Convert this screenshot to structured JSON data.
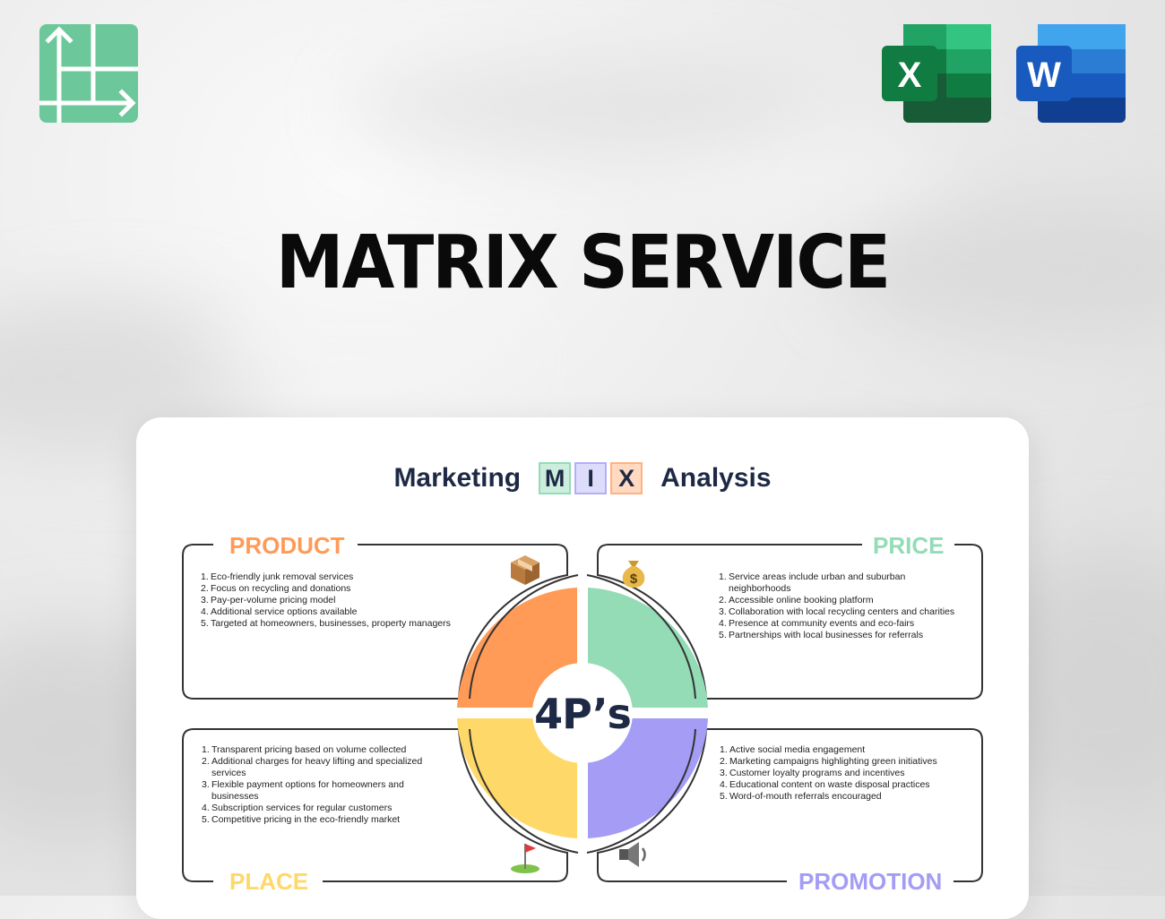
{
  "headline": "MATRIX SERVICE",
  "app_icons": {
    "excel_letter": "X",
    "word_letter": "W"
  },
  "card": {
    "title_left": "Marketing",
    "title_right": "Analysis",
    "mix_letters": [
      "M",
      "I",
      "X"
    ],
    "center_label": "4P’s",
    "quadrants": {
      "product": {
        "label": "PRODUCT",
        "icon": "package-icon",
        "items": [
          "Eco-friendly junk removal services",
          "Focus on recycling and donations",
          "Pay-per-volume pricing model",
          "Additional service options available",
          "Targeted at homeowners, businesses, property managers"
        ]
      },
      "price": {
        "label": "PRICE",
        "icon": "money-bag-icon",
        "items": [
          "Service areas include urban and suburban neighborhoods",
          "Accessible online booking platform",
          "Collaboration with local recycling centers and charities",
          "Presence at community events and eco-fairs",
          "Partnerships with local businesses for referrals"
        ]
      },
      "place": {
        "label": "PLACE",
        "icon": "golf-flag-icon",
        "items": [
          "Transparent pricing based on volume collected",
          "Additional charges for heavy lifting and specialized services",
          "Flexible payment options for homeowners and businesses",
          "Subscription services for regular customers",
          "Competitive pricing in the eco-friendly market"
        ]
      },
      "promotion": {
        "label": "PROMOTION",
        "icon": "speaker-icon",
        "items": [
          "Active social media engagement",
          "Marketing campaigns highlighting green initiatives",
          "Customer loyalty programs and incentives",
          "Educational content on waste disposal practices",
          "Word-of-mouth referrals encouraged"
        ]
      }
    }
  },
  "colors": {
    "product": "#ff9a57",
    "price": "#93dcb6",
    "place": "#ffd86a",
    "promotion": "#a49cf5",
    "title_text": "#1e2a45",
    "brand_green": "#6cc89a"
  }
}
